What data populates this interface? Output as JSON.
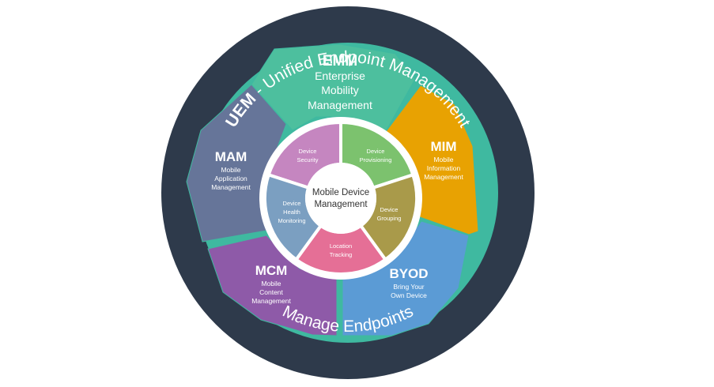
{
  "diagram": {
    "outer_ring": {
      "top_text": "UEM - Unified Endpoint Management",
      "top_bold": "UEM",
      "top_rest": " - Unified Endpoint Management",
      "bottom_text": "Manage Endpoints"
    },
    "segments": {
      "emm": {
        "title": "EMM",
        "line1": "Enterprise",
        "line2": "Mobility",
        "line3": "Management",
        "color": "#4dbf9e"
      },
      "mim": {
        "title": "MIM",
        "line1": "Mobile",
        "line2": "Information",
        "line3": "Management",
        "color": "#e8a202"
      },
      "byod": {
        "title": "BYOD",
        "line1": "Bring Your",
        "line2": "Own Device",
        "color": "#5b9bd5"
      },
      "mcm": {
        "title": "MCM",
        "line1": "Mobile",
        "line2": "Content",
        "line3": "Management",
        "color": "#8e5aa8"
      },
      "mam": {
        "title": "MAM",
        "line1": "Mobile",
        "line2": "Application",
        "line3": "Management",
        "color": "#667599"
      }
    },
    "inner": {
      "security": {
        "line1": "Device",
        "line2": "Security",
        "color": "#c586c0"
      },
      "provisioning": {
        "line1": "Device",
        "line2": "Provisioning",
        "color": "#7cc26e"
      },
      "grouping": {
        "line1": "Device",
        "line2": "Grouping",
        "color": "#a99a4a"
      },
      "tracking": {
        "line1": "Location",
        "line2": "Tracking",
        "color": "#e56f96"
      },
      "health": {
        "line1": "Device",
        "line2": "Health",
        "line3": "Monitoring",
        "color": "#7b9fc1"
      }
    },
    "center": {
      "line1": "Mobile Device",
      "line2": "Management"
    },
    "colors": {
      "outer_ring": "#2e3a4b",
      "teal_band": "#3fb9a0",
      "white": "#ffffff"
    }
  }
}
